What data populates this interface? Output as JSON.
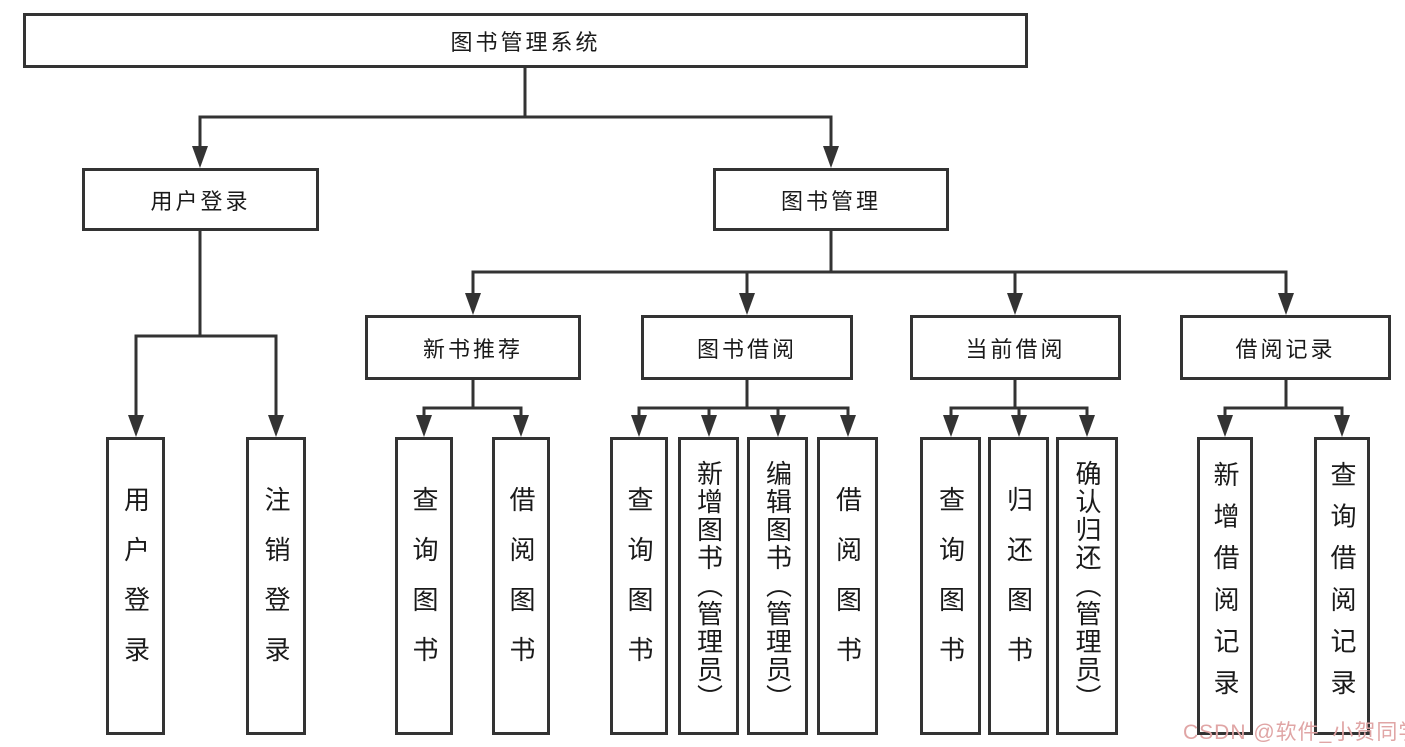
{
  "diagram": {
    "root": {
      "label": "图书管理系统"
    },
    "children": [
      {
        "label": "用户登录",
        "children": [
          {
            "label": "用户登录"
          },
          {
            "label": "注销登录"
          }
        ]
      },
      {
        "label": "图书管理",
        "children": [
          {
            "label": "新书推荐",
            "children": [
              {
                "label": "查询图书"
              },
              {
                "label": "借阅图书"
              }
            ]
          },
          {
            "label": "图书借阅",
            "children": [
              {
                "label": "查询图书"
              },
              {
                "label": "新增图书（管理员）"
              },
              {
                "label": "编辑图书（管理员）"
              },
              {
                "label": "借阅图书"
              }
            ]
          },
          {
            "label": "当前借阅",
            "children": [
              {
                "label": "查询图书"
              },
              {
                "label": "归还图书"
              },
              {
                "label": "确认归还（管理员）"
              }
            ]
          },
          {
            "label": "借阅记录",
            "children": [
              {
                "label": "新增借阅记录"
              },
              {
                "label": "查询借阅记录"
              }
            ]
          }
        ]
      }
    ]
  },
  "watermark": {
    "text": "CSDN @软件_小贺同学"
  },
  "colors": {
    "line": "#333333",
    "text": "#1a1a1a",
    "background": "#ffffff",
    "watermark": "#e0a5a5"
  }
}
